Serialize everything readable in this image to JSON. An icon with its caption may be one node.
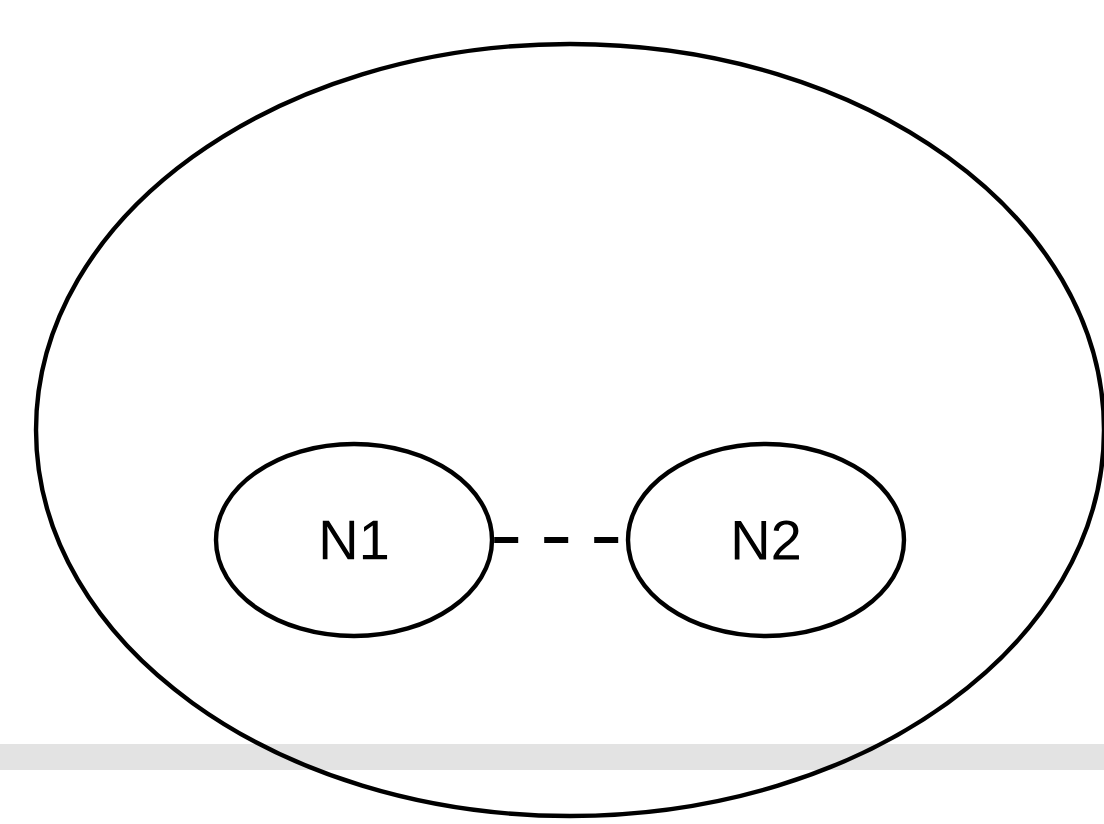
{
  "diagram": {
    "nodes": [
      {
        "text": [],
        "shape": "circle"
      },
      {
        "text": [
          "N1"
        ],
        "in": 0
      },
      {
        "text": [
          "N2"
        ],
        "in": 0
      }
    ],
    "edges": [
      {
        "from": 1,
        "to": 2,
        "arrow": "none",
        "style": "dashed"
      }
    ]
  }
}
